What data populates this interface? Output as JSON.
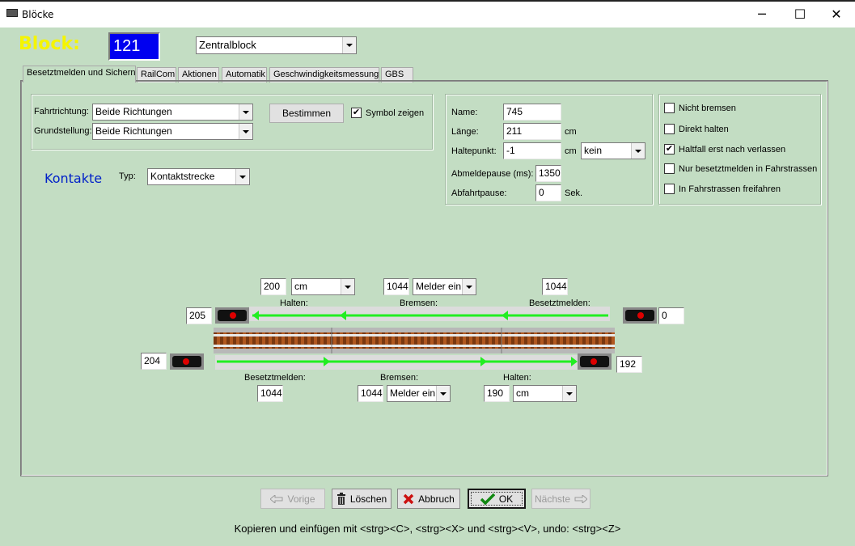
{
  "window": {
    "title": "Blöcke",
    "minimize": "─",
    "maximize": "☐",
    "close": "✕"
  },
  "block": {
    "label": "Block:",
    "number": "121",
    "type_value": "Zentralblock"
  },
  "tabs": [
    "Besetztmelden und Sichern",
    "RailCom",
    "Aktionen",
    "Automatik",
    "Geschwindigkeitsmessung",
    "GBS"
  ],
  "direction_group": {
    "fahrtrichtung_label": "Fahrtrichtung:",
    "fahrtrichtung_value": "Beide Richtungen",
    "grundstellung_label": "Grundstellung:",
    "grundstellung_value": "Beide Richtungen",
    "bestimmen_label": "Bestimmen",
    "symbol_label": "Symbol zeigen",
    "symbol_checked": true
  },
  "details": {
    "name_label": "Name:",
    "name_value": "745",
    "laenge_label": "Länge:",
    "laenge_value": "211",
    "laenge_unit": "cm",
    "haltepunkt_label": "Haltepunkt:",
    "haltepunkt_value": "-1",
    "haltepunkt_unit": "cm",
    "haltepunkt_select": "kein",
    "abmelde_label": "Abmeldepause (ms):",
    "abmelde_value": "1350",
    "abfahrt_label": "Abfahrtpause:",
    "abfahrt_value": "0",
    "abfahrt_unit": "Sek."
  },
  "options": [
    {
      "label": "Nicht bremsen",
      "checked": false
    },
    {
      "label": "Direkt halten",
      "checked": false
    },
    {
      "label": "Haltfall erst nach verlassen",
      "checked": true
    },
    {
      "label": "Nur besetztmelden in Fahrstrassen",
      "checked": false
    },
    {
      "label": "In Fahrstrassen freifahren",
      "checked": false
    }
  ],
  "contacts": {
    "title": "Kontakte",
    "typ_label": "Typ:",
    "typ_value": "Kontaktstrecke"
  },
  "track": {
    "top": {
      "halten_label": "Halten:",
      "halten_value": "200",
      "halten_unit": "cm",
      "bremsen_label": "Bremsen:",
      "bremsen_value": "1044",
      "bremsen_select": "Melder ein",
      "besetzt_label": "Besetztmelden:",
      "besetzt_value": "1044",
      "signal_left_value": "205",
      "signal_right_value": "0"
    },
    "bottom": {
      "besetzt_label": "Besetztmelden:",
      "besetzt_value": "1044",
      "bremsen_label": "Bremsen:",
      "bremsen_value": "1044",
      "bremsen_select": "Melder ein",
      "halten_label": "Halten:",
      "halten_value": "190",
      "halten_unit": "cm",
      "signal_left_value": "204",
      "signal_right_value": "192"
    },
    "colors": {
      "arrow": "#22ee22",
      "signal_red": "#dd0000"
    }
  },
  "buttons": {
    "vorige": "Vorige",
    "loeschen": "Löschen",
    "abbruch": "Abbruch",
    "ok": "OK",
    "naechste": "Nächste"
  },
  "footer": "Kopieren und einfügen mit <strg><C>, <strg><X> und <strg><V>, undo: <strg><Z>"
}
